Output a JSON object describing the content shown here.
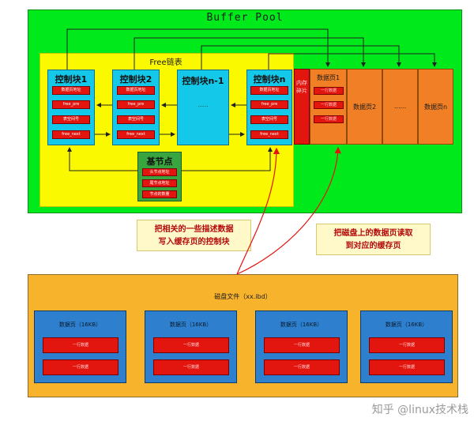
{
  "buffer_pool": {
    "title": "Buffer Pool"
  },
  "free_list": {
    "title": "Free链表"
  },
  "control_blocks": [
    {
      "title": "控制块1",
      "items": [
        "数据页地址",
        "free_pre",
        "表空间号",
        "free_next"
      ]
    },
    {
      "title": "控制块2",
      "items": [
        "数据页地址",
        "free_pre",
        "表空间号",
        "free_next"
      ]
    },
    {
      "title": "控制块n-1",
      "items": [
        "......"
      ]
    },
    {
      "title": "控制块n",
      "items": [
        "数据页地址",
        "free_pre",
        "表空间号",
        "free_next"
      ]
    }
  ],
  "fragment": {
    "label": "内存碎片"
  },
  "data_pages": {
    "first": {
      "title": "数据页1",
      "items": [
        "一行数据",
        "一行数据",
        "一行数据"
      ]
    },
    "others": [
      "数据页2",
      "......",
      "数据页n"
    ]
  },
  "base_node": {
    "title": "基节点",
    "items": [
      "头节点地址",
      "尾节点地址",
      "节点的数量"
    ]
  },
  "callouts": {
    "left": [
      "把相关的一些描述数据",
      "写入缓存页的控制块"
    ],
    "right": [
      "把磁盘上的数据页读取",
      "到对应的缓存页"
    ]
  },
  "disk": {
    "title": "磁盘文件（xx.ibd）",
    "pages": [
      {
        "title": "数据页（16KB）",
        "rows": [
          "一行数据",
          "一行数据"
        ]
      },
      {
        "title": "数据页（16KB）",
        "rows": [
          "一行数据",
          "一行数据"
        ]
      },
      {
        "title": "数据页（16KB）",
        "rows": [
          "一行数据",
          "一行数据"
        ]
      },
      {
        "title": "数据页（16KB）",
        "rows": [
          "一行数据",
          "一行数据"
        ]
      }
    ]
  },
  "watermark": "知乎 @linux技术栈",
  "colors": {
    "buffer_pool": "#00ea1b",
    "free_list": "#fbf900",
    "control_block": "#13c8e8",
    "field": "#e3150f",
    "cache_page": "#f07f25",
    "base_node": "#39a53e",
    "disk": "#f7b32c",
    "disk_page": "#2e80cf"
  }
}
